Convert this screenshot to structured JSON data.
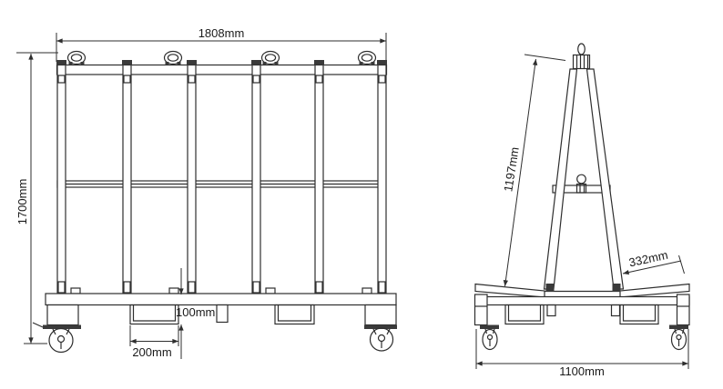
{
  "drawing": {
    "front_view": {
      "overall_width": "1808mm",
      "overall_height": "1700mm",
      "base_height": "100mm",
      "fork_pocket_width": "200mm"
    },
    "side_view": {
      "frame_slant_height": "1197mm",
      "support_ledge_length": "332mm",
      "base_width": "1100mm"
    },
    "colors": {
      "line": "#2e2e2e",
      "text": "#1a1a1a",
      "background": "#ffffff"
    }
  }
}
